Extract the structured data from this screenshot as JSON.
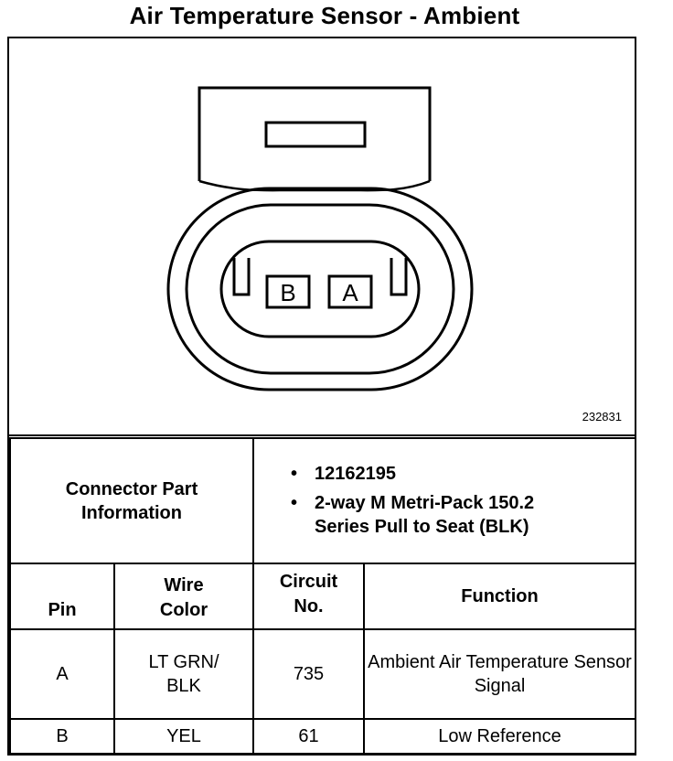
{
  "title": "Air Temperature Sensor - Ambient",
  "figure_number": "232831",
  "connector_pins": [
    "B",
    "A"
  ],
  "connector_info": {
    "label_line1": "Connector Part",
    "label_line2": "Information",
    "items": [
      "12162195",
      "2-way M Metri-Pack 150.2 Series Pull to Seat (BLK)"
    ]
  },
  "pin_table": {
    "headers": {
      "pin": "Pin",
      "wire_color": "Wire Color",
      "circuit_no": "Circuit No.",
      "function": "Function"
    },
    "rows": [
      {
        "pin": "A",
        "wire_color": "LT GRN/ BLK",
        "circuit": "735",
        "function": "Ambient Air Temperature Sensor Signal"
      },
      {
        "pin": "B",
        "wire_color": "YEL",
        "circuit": "61",
        "function": "Low Reference"
      }
    ]
  }
}
